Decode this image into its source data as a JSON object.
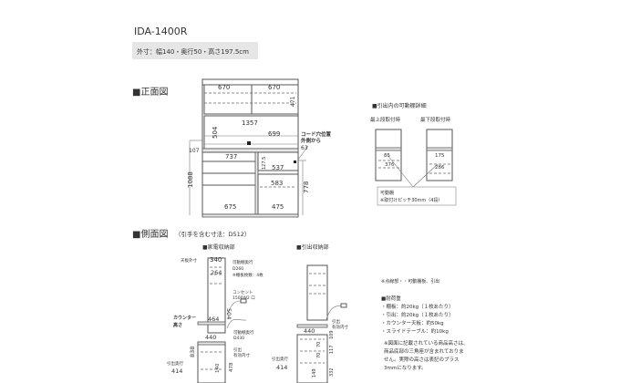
{
  "header": {
    "model": "IDA-1400R",
    "dimensions": "外寸：幅140・奥行50・高さ197.5cm"
  },
  "front_view": {
    "title": "■正面図",
    "dims": {
      "upper_left_width": "670",
      "upper_right_width": "670",
      "upper_height": "471",
      "open_width": "1357",
      "open_height": "504",
      "cord_offset": "699",
      "cord_label_1": "コード穴位置",
      "cord_label_2": "外側から",
      "cord_side": "63",
      "counter_offset": "107",
      "drawer_top_width": "737",
      "slide_height": "127.5",
      "drawer_right_width": "537",
      "drawer_mid_width": "583",
      "lower_left_width": "675",
      "lower_right_width": "475",
      "total_lower_height": "1088",
      "right_lower_height": "778"
    }
  },
  "shelf_detail": {
    "title": "■引出内の可動棚詳細",
    "top_label": "最上段取付時",
    "bottom_label": "最下段取付時",
    "top_dim_a": "85",
    "top_dim_b": "376",
    "bottom_dim_a": "175",
    "bottom_dim_b": "286",
    "callout_1": "可動棚",
    "callout_2": "※取付けピッチ30mm（4段）"
  },
  "side_view": {
    "title": "■側面図",
    "subtitle": "（引手を含む寸法：D512）",
    "appliance": {
      "title": "■家電収納部",
      "outer_label": "天板外寸",
      "top_depth": "340",
      "shelf_depth_label": "可動棚奥行",
      "shelf_depth": "D260",
      "shelf_count": "※棚板枚数：4枚",
      "inner_depth": "264",
      "outlet_label": "コンセント",
      "outlet_spec": "1500W2 口",
      "upper_height": "504",
      "counter_label_1": "カウンター",
      "counter_label_2": "高さ",
      "counter_depth": "464",
      "lower_depth": "440",
      "slide_depth_label": "可動棚奥行",
      "slide_depth": "D430",
      "drawer_inner_label_1": "引出",
      "drawer_inner_label_2": "有効内寸",
      "lower_height": "838",
      "drawer_depth_label": "引出奥行",
      "drawer_depth": "414",
      "h478": "478",
      "h140": "140"
    },
    "drawer": {
      "title": "■引出収納部",
      "lower_depth": "440",
      "drawer_inner_label_1": "引出",
      "drawer_inner_label_2": "有効内寸",
      "drawer_depth_label": "引出奥行",
      "drawer_depth": "414",
      "d70a": "70",
      "d70b": "70",
      "d149": "149",
      "h109": "109",
      "h117": "117",
      "h332": "332"
    }
  },
  "notes": {
    "dotted": "※点線部・・可動棚板、引出",
    "load_title": "■耐荷重",
    "loads": [
      "・棚板：約20kg（１枚あたり）",
      "・引出：約20kg（１枚あたり）",
      "・カウンター天板：約50kg",
      "・スライドテーブル：約10kg"
    ],
    "remark": [
      "※図面に記載されている商品高さは、",
      "商品底部の三角座が含まれておりま",
      "せん。実際の高さは表記のプラス",
      "3mmになります。"
    ]
  }
}
